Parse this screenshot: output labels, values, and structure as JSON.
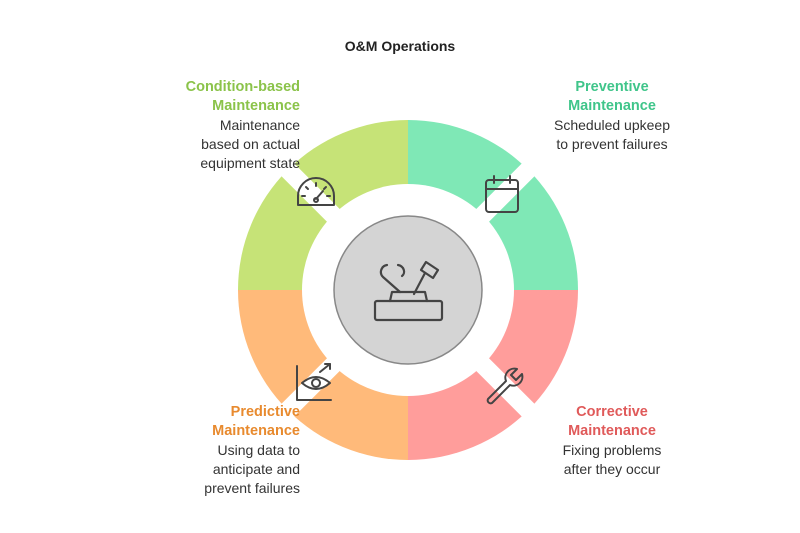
{
  "title": "O&M Operations",
  "colors": {
    "condition": "#c6e377",
    "preventive": "#7fe8b6",
    "predictive": "#ffba7a",
    "corrective": "#ff9d9b",
    "center": "#d4d4d4",
    "stroke": "#444444"
  },
  "segments": [
    {
      "id": "condition",
      "title_lines": [
        "Condition-based",
        "Maintenance"
      ],
      "desc_lines": [
        "Maintenance",
        "based on actual",
        "equipment state"
      ],
      "icon": "gauge-icon"
    },
    {
      "id": "preventive",
      "title_lines": [
        "Preventive",
        "Maintenance"
      ],
      "desc_lines": [
        "Scheduled upkeep",
        "to prevent failures"
      ],
      "icon": "calendar-icon"
    },
    {
      "id": "predictive",
      "title_lines": [
        "Predictive",
        "Maintenance"
      ],
      "desc_lines": [
        "Using data to",
        "anticipate and",
        "prevent failures"
      ],
      "icon": "eye-chart-icon"
    },
    {
      "id": "corrective",
      "title_lines": [
        "Corrective",
        "Maintenance"
      ],
      "desc_lines": [
        "Fixing problems",
        "after they occur"
      ],
      "icon": "wrench-icon"
    }
  ],
  "center_icon": "toolbox-icon"
}
